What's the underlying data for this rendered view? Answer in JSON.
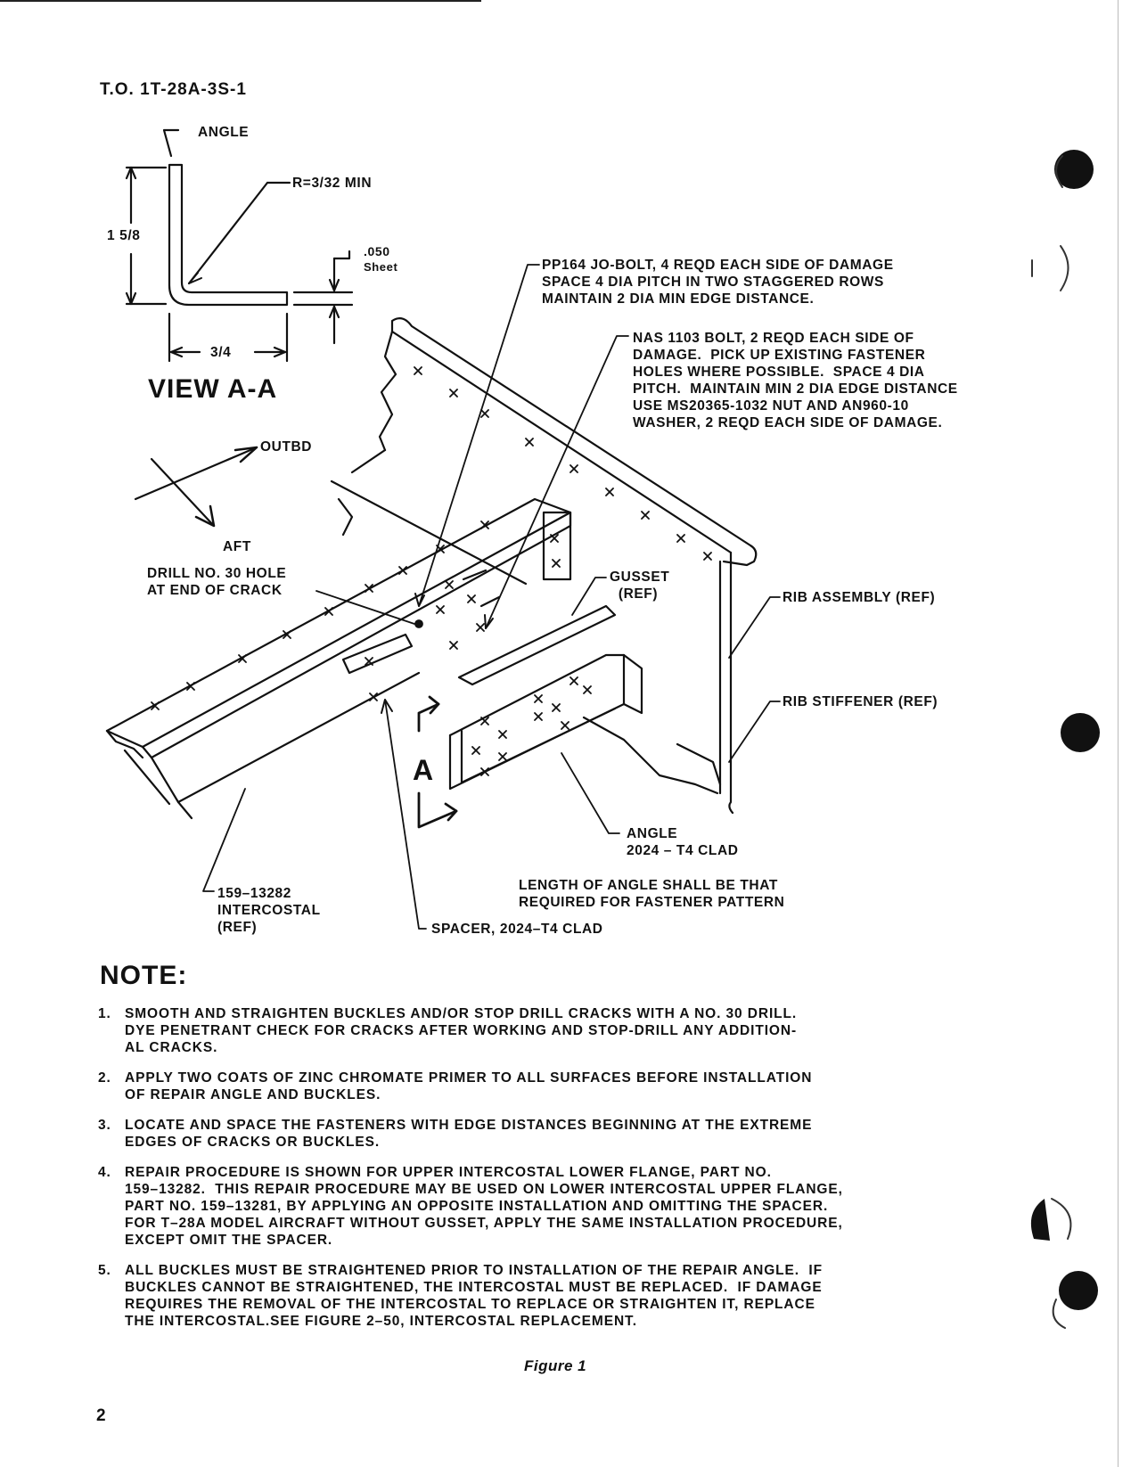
{
  "header": {
    "doc_number": "T.O. 1T-28A-3S-1"
  },
  "view_detail": {
    "title": "VIEW A-A",
    "angle_label": "ANGLE",
    "radius_label": "R=3/32 MIN",
    "height_dim": "1 5/8",
    "width_dim": "3/4",
    "thickness_value": ".050",
    "thickness_unit": "Sheet"
  },
  "orientation": {
    "outboard": "OUTBD",
    "aft": "AFT"
  },
  "callouts": {
    "jobolt": "PP164 JO-BOLT, 4 REQD EACH SIDE OF DAMAGE\nSPACE 4 DIA PITCH IN TWO STAGGERED ROWS\nMAINTAIN 2 DIA MIN EDGE DISTANCE.",
    "nas_bolt": "NAS 1103 BOLT, 2 REQD EACH SIDE OF\nDAMAGE.  PICK UP EXISTING FASTENER\nHOLES WHERE POSSIBLE.  SPACE 4 DIA\nPITCH.  MAINTAIN MIN 2 DIA EDGE DISTANCE\nUSE MS20365-1032 NUT AND AN960-10\nWASHER, 2 REQD EACH SIDE OF DAMAGE.",
    "drill_hole": "DRILL NO. 30 HOLE\nAT END OF CRACK",
    "gusset": "GUSSET\n  (REF)",
    "rib_assembly": "RIB ASSEMBLY (REF)",
    "rib_stiffener": "RIB STIFFENER (REF)",
    "section_letter": "A",
    "angle_material": "ANGLE\n2024 – T4 CLAD",
    "angle_length": "LENGTH OF ANGLE SHALL BE THAT\nREQUIRED FOR FASTENER PATTERN",
    "intercostal": "159–13282\nINTERCOSTAL\n(REF)",
    "spacer": "SPACER, 2024–T4 CLAD"
  },
  "notes": {
    "title": "NOTE:",
    "items": [
      {
        "num": "1.",
        "text": "SMOOTH AND STRAIGHTEN BUCKLES AND/OR STOP DRILL CRACKS WITH A NO. 30 DRILL.\nDYE PENETRANT CHECK FOR CRACKS AFTER WORKING AND STOP-DRILL ANY ADDITION-\nAL CRACKS."
      },
      {
        "num": "2.",
        "text": "APPLY TWO COATS OF ZINC CHROMATE PRIMER TO ALL SURFACES BEFORE INSTALLATION\nOF REPAIR ANGLE AND BUCKLES."
      },
      {
        "num": "3.",
        "text": "LOCATE AND SPACE THE FASTENERS WITH EDGE DISTANCES BEGINNING AT THE EXTREME\nEDGES OF CRACKS OR BUCKLES."
      },
      {
        "num": "4.",
        "text": "REPAIR PROCEDURE IS SHOWN FOR UPPER INTERCOSTAL LOWER FLANGE, PART NO.\n159–13282.  THIS REPAIR PROCEDURE MAY BE USED ON LOWER INTERCOSTAL UPPER FLANGE,\nPART NO. 159–13281, BY APPLYING AN OPPOSITE INSTALLATION AND OMITTING THE SPACER.\nFOR T–28A MODEL AIRCRAFT WITHOUT GUSSET, APPLY THE SAME INSTALLATION PROCEDURE,\nEXCEPT OMIT THE SPACER."
      },
      {
        "num": "5.",
        "text": "ALL BUCKLES MUST BE STRAIGHTENED PRIOR TO INSTALLATION OF THE REPAIR ANGLE.  IF\nBUCKLES CANNOT BE STRAIGHTENED, THE INTERCOSTAL MUST BE REPLACED.  IF DAMAGE\nREQUIRES THE REMOVAL OF THE INTERCOSTAL TO REPLACE OR STRAIGHTEN IT, REPLACE\nTHE INTERCOSTAL.SEE FIGURE 2–50, INTERCOSTAL REPLACEMENT."
      }
    ]
  },
  "figure_caption": "Figure 1",
  "page_number": "2"
}
